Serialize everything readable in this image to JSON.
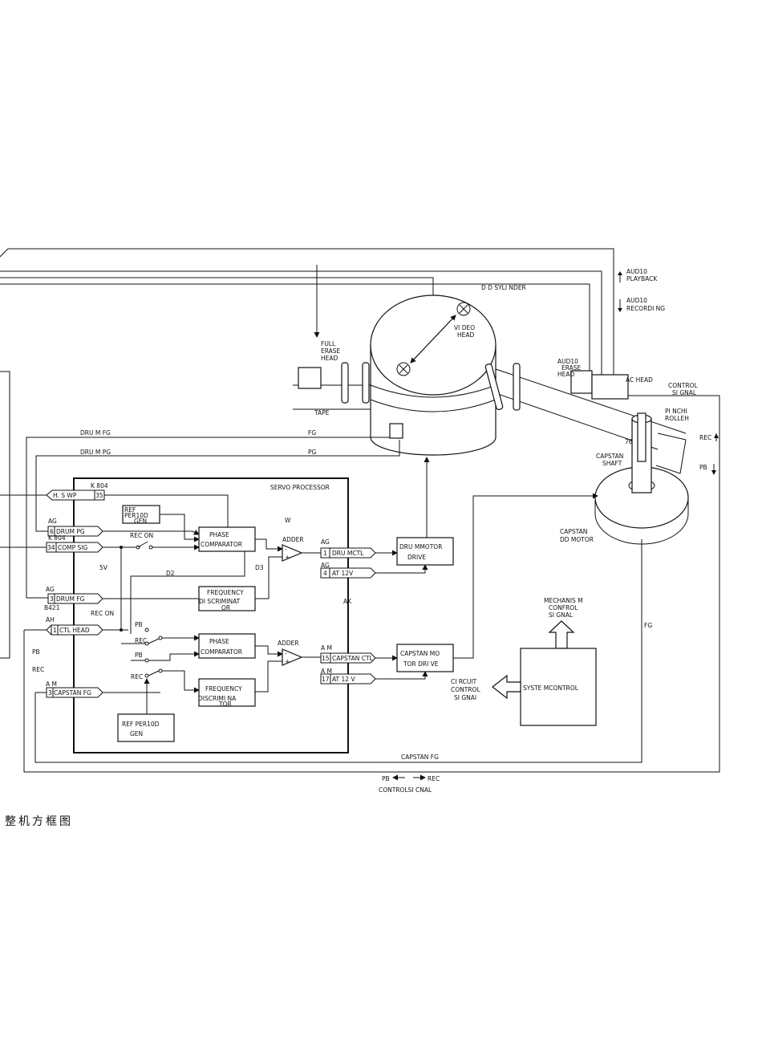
{
  "diagram": {
    "labels": {
      "dd_cylinder": "D  D  SYLI NDER",
      "video_head_1": "VI DEO",
      "video_head_2": "HEAD",
      "full_erase_1": "FULL",
      "full_erase_2": "ERASE",
      "full_erase_3": "HEAD",
      "tape": "TAPE",
      "audio_erase_1": "AUD10",
      "audio_erase_2": "ERASE",
      "audio_erase_3": "HEAD",
      "ac_head": "AC HEAD",
      "control_signal_1": "CONTROL",
      "control_signal_2": "SI GNAL",
      "pinch_roller_1": "PI NCHI",
      "pinch_roller_2": "ROLLEH",
      "capstan_shaft_1": "CAPSTAN",
      "capstan_shaft_2": "SHAFT",
      "capstan_dd_1": "CAPSTAN",
      "capstan_dd_2": "DD  MOTOR",
      "audio_playback_1": "AUD10",
      "audio_playback_2": "PLAYBACK",
      "audio_recording_1": "AUD10",
      "audio_recording_2": "RECORDI NG",
      "rec_right": "REC",
      "pb_right": "PB",
      "drum_fg": "DRU M  FG",
      "drum_pg": "DRU M  PG",
      "fg_top": "FG",
      "pg_top": "PG",
      "num_76": "76",
      "servo_processor": "SERVO  PROCESSOR",
      "k804_top": "K 804",
      "hs_wp": "H. S  WP",
      "pin_35": "35",
      "ref_period_top_1": "REF",
      "ref_period_top_2": "PER10D",
      "ref_period_top_3": "GEN",
      "rec_on_1": "REC  ON",
      "phase_comp_1a": "PHASE",
      "phase_comp_1b": "COMPARATOR",
      "adder_1": "ADDER",
      "ag_1": "AG",
      "ag_2": "AG",
      "ag_3": "AG",
      "pin_6": "6",
      "drum_pg_pin": "DRUM PG",
      "k804_mid": "K 804",
      "pin_34": "34",
      "comp_sig": "COMP SIG",
      "pin_1": "1",
      "drum_mctl": "DRU MCTL",
      "pin_4": "4",
      "at_12v_1": "AT   12V",
      "drum_motor_drive_1": "DRU MMOTOR",
      "drum_motor_drive_2": "DRIVE",
      "v5": "5V",
      "d2": "D2",
      "d3": "D3",
      "freq_disc_1a": "FREQUENCY",
      "freq_disc_1b": "DI SCRIMINAT",
      "freq_disc_1c": "OR",
      "ag_4": "AG",
      "pin_3a": "3",
      "drum_fg_pin": "DRUM FG",
      "b421": "B421",
      "ah": "AH",
      "rec_on_2": "REC ON",
      "pin_1b": "1",
      "ctl_head": "CTL HEAD",
      "pb_left": "PB",
      "rec_left": "REC",
      "pb_sw1": "PB",
      "rec_sw1": "REC",
      "pb_sw2": "PB",
      "rec_sw2": "REC",
      "phase_comp_2a": "PHASE",
      "phase_comp_2b": "COMPARATOR",
      "adder_2": "ADDER",
      "am_1": "A M",
      "pin_15": "15",
      "capstan_ctl": "CAPSTAN CTL",
      "am_2": "A M",
      "pin_17": "17",
      "at_12v_2": "AT   12 V",
      "capstan_motor_drive_1": "CAPSTAN MO",
      "capstan_motor_drive_2": "TOR DRI VE",
      "am_3": "A M",
      "pin_3b": "3",
      "capstan_fg_pin": "CAPSTAN FG",
      "freq_disc_2a": "FREQUENCY",
      "freq_disc_2b": "DISCRIMI NA",
      "freq_disc_2c": "TOR",
      "ref_period_bot_1": "REF  PER10D",
      "ref_period_bot_2": "GEN",
      "mech_control_1": "MECHANIS M",
      "mech_control_2": "CONFROL",
      "mech_control_3": "SI GNAL",
      "system_control": "SYSTE MCONTROL",
      "circuit_control_1": "CI RCUIT",
      "circuit_control_2": "CONTROL",
      "circuit_control_3": "SI GNAI",
      "fg_right": "FG",
      "capstan_fg_bottom": "CAPSTAN  FG",
      "pb_bottom": "PB",
      "rec_bottom": "REC",
      "control_signal_bottom": "CONTROLSI  CNAL"
    },
    "caption": "整机方框图"
  }
}
